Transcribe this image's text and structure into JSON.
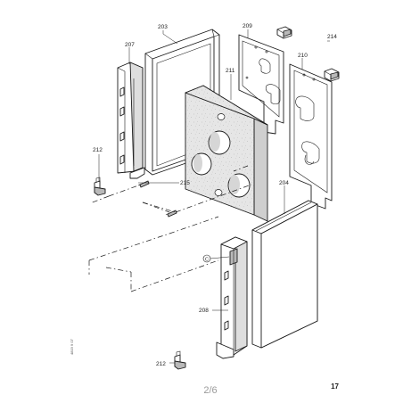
{
  "parts": {
    "p203": "203",
    "p207": "207",
    "p209": "209",
    "p214": "214",
    "p210": "210",
    "p211": "211",
    "p212_top": "212",
    "p215": "215",
    "p204": "204",
    "p208": "208",
    "p212_bottom": "212",
    "callout_c": "C"
  },
  "footer": {
    "page_indicator": "2/6",
    "page_number": "17"
  },
  "side_code": "4819 9 07"
}
